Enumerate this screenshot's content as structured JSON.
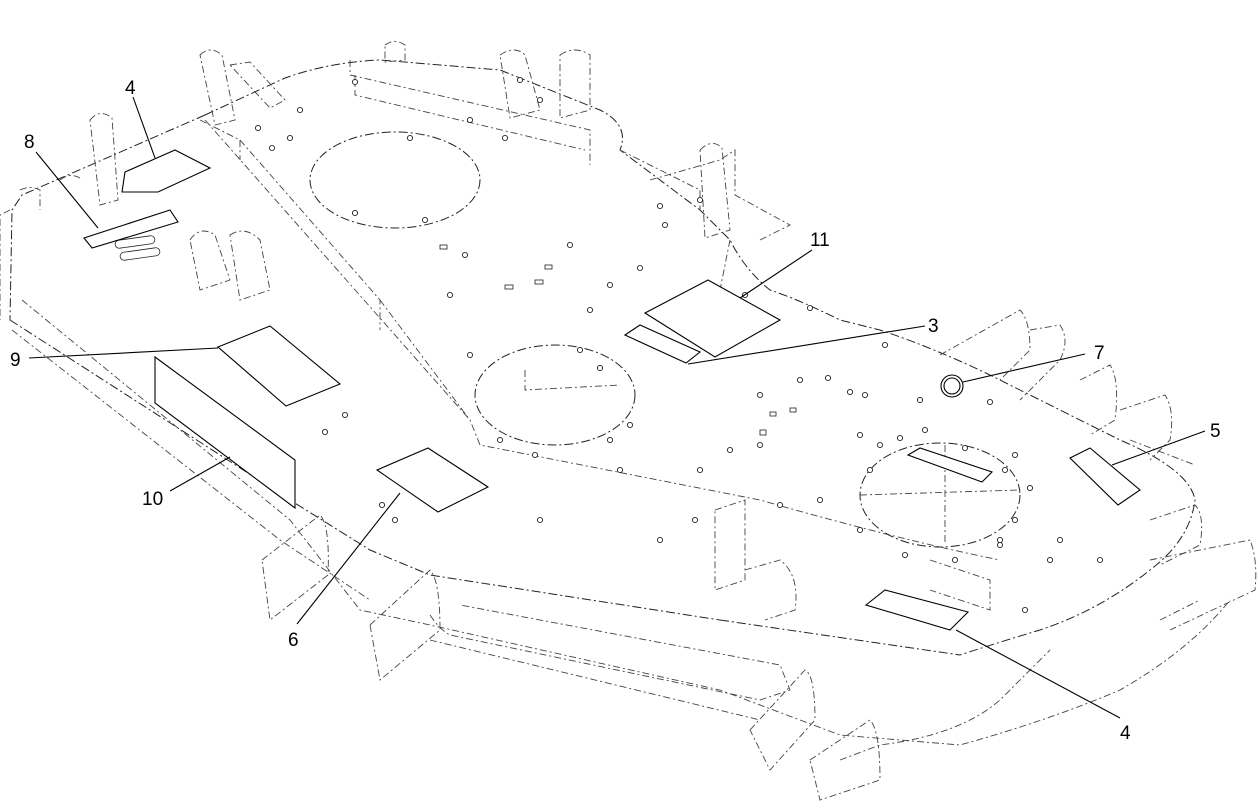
{
  "figure": {
    "description_colors": {
      "line": "#000000",
      "background": "#ffffff"
    },
    "callouts": [
      {
        "id": "callout-4-left",
        "text": "4"
      },
      {
        "id": "callout-8",
        "text": "8"
      },
      {
        "id": "callout-11",
        "text": "11"
      },
      {
        "id": "callout-3",
        "text": "3"
      },
      {
        "id": "callout-7",
        "text": "7"
      },
      {
        "id": "callout-9",
        "text": "9"
      },
      {
        "id": "callout-5",
        "text": "5"
      },
      {
        "id": "callout-10",
        "text": "10"
      },
      {
        "id": "callout-6",
        "text": "6"
      },
      {
        "id": "callout-4-right",
        "text": "4"
      }
    ]
  }
}
